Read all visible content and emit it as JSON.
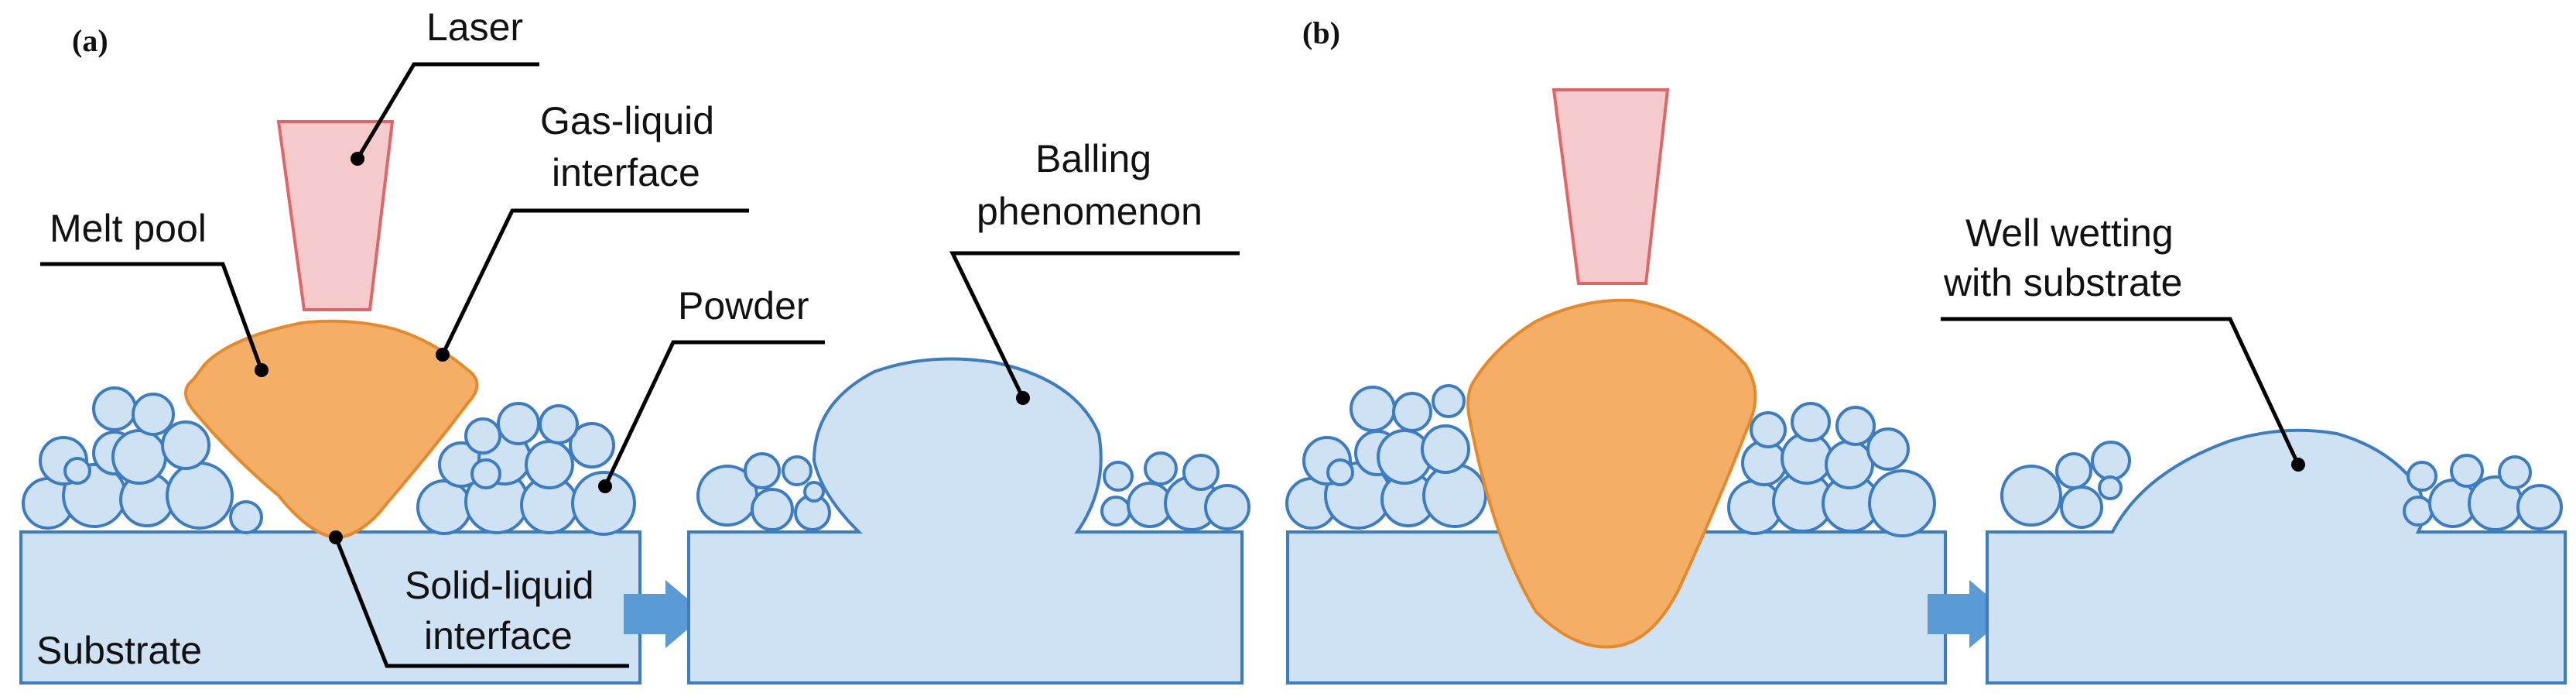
{
  "panels": {
    "a_label": "(a)",
    "b_label": "(b)"
  },
  "labels": {
    "laser": "Laser",
    "gas_liquid_1": "Gas-liquid",
    "gas_liquid_2": "interface",
    "melt_pool": "Melt pool",
    "powder": "Powder",
    "balling_1": "Balling",
    "balling_2": "phenomenon",
    "solid_liquid_1": "Solid-liquid",
    "solid_liquid_2": "interface",
    "substrate": "Substrate",
    "wetting_1": "Well wetting",
    "wetting_2": "with substrate"
  },
  "colors": {
    "substrate_fill": "#cfe2f3",
    "outline_blue": "#3b7cc4",
    "melt_fill": "#f5ae66",
    "melt_stroke": "#e48a2c",
    "laser_fill": "#f4cacc",
    "laser_stroke": "#e06666",
    "arrow_fill": "#5b9bd5",
    "leader": "#000000"
  }
}
